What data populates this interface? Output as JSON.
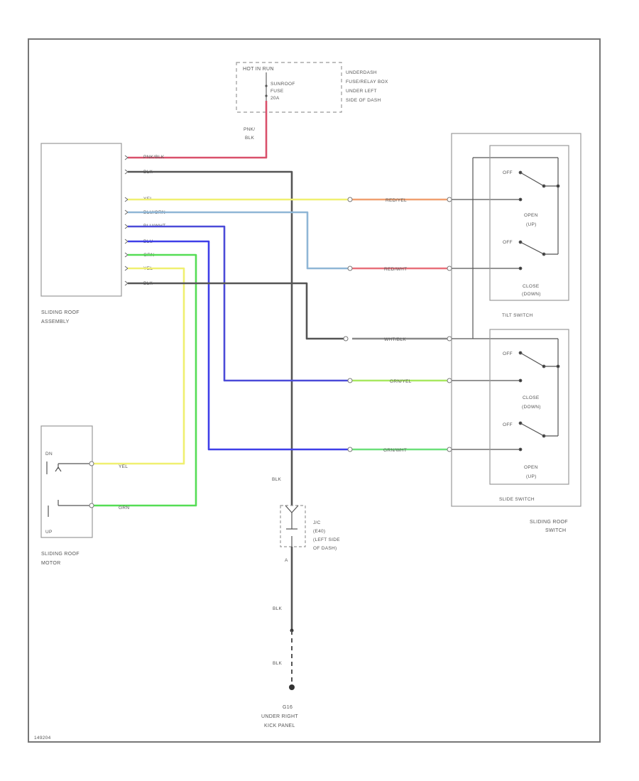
{
  "fuse_box": {
    "header": "HOT IN RUN",
    "fuse_line1": "SUNROOF",
    "fuse_line2": "FUSE",
    "fuse_line3": "20A",
    "loc_line1": "UNDERDASH",
    "loc_line2": "FUSE/RELAY BOX",
    "loc_line3": "UNDER LEFT",
    "loc_line4": "SIDE OF DASH"
  },
  "fuse_wire_label_1": "PNK/",
  "fuse_wire_label_2": "BLK",
  "assembly": {
    "line1": "SLIDING ROOF",
    "line2": "ASSEMBLY"
  },
  "assembly_pins": {
    "p1": "PNK/BLK",
    "p2": "BLK",
    "p3": "YEL",
    "p4": "BLU/ORN",
    "p5": "BLU/WHT",
    "p6": "BLU",
    "p7": "GRN",
    "p8": "YEL",
    "p9": "BLK"
  },
  "switch_wires": {
    "w1": "RED/YEL",
    "w2": "RED/WHT",
    "w3": "WHT/BLK",
    "w4": "GRN/YEL",
    "w5": "GRN/WHT"
  },
  "tilt_switch": {
    "off1": "OFF",
    "open1": "OPEN",
    "open2": "(UP)",
    "off2": "OFF",
    "close1": "CLOSE",
    "close2": "(DOWN)",
    "name": "TILT SWITCH"
  },
  "slide_switch": {
    "off1": "OFF",
    "close1": "CLOSE",
    "close2": "(DOWN)",
    "off2": "OFF",
    "open1": "OPEN",
    "open2": "(UP)",
    "name": "SLIDE SWITCH"
  },
  "roof_switch": {
    "line1": "SLIDING ROOF",
    "line2": "SWITCH"
  },
  "motor": {
    "dn": "DN",
    "up_sym": "UP",
    "line1": "SLIDING ROOF",
    "line2": "MOTOR",
    "wire1": "YEL",
    "wire2": "GRN"
  },
  "ground": {
    "blk1": "BLK",
    "jc_line1": "J/C",
    "jc_line2": "(E40)",
    "jc_line3": "(LEFT SIDE",
    "jc_line4": "OF DASH)",
    "a": "A",
    "blk2": "BLK",
    "blk3": "BLK",
    "g_id": "G16",
    "g_line1": "UNDER RIGHT",
    "g_line2": "KICK PANEL"
  },
  "figure_id": "149204",
  "colors": {
    "pnk_blk": "#d9506b",
    "blk": "#555555",
    "yel": "#f0f070",
    "blu_orn": "#8fb6d6",
    "blu_wht": "#4b4bd8",
    "blu": "#3f3fe8",
    "grn": "#55dd55",
    "red_yel": "#f0a070",
    "red_wht": "#e8707a",
    "wht_blk": "#888888",
    "grn_yel": "#a8e860",
    "grn_wht": "#6ce07a"
  }
}
